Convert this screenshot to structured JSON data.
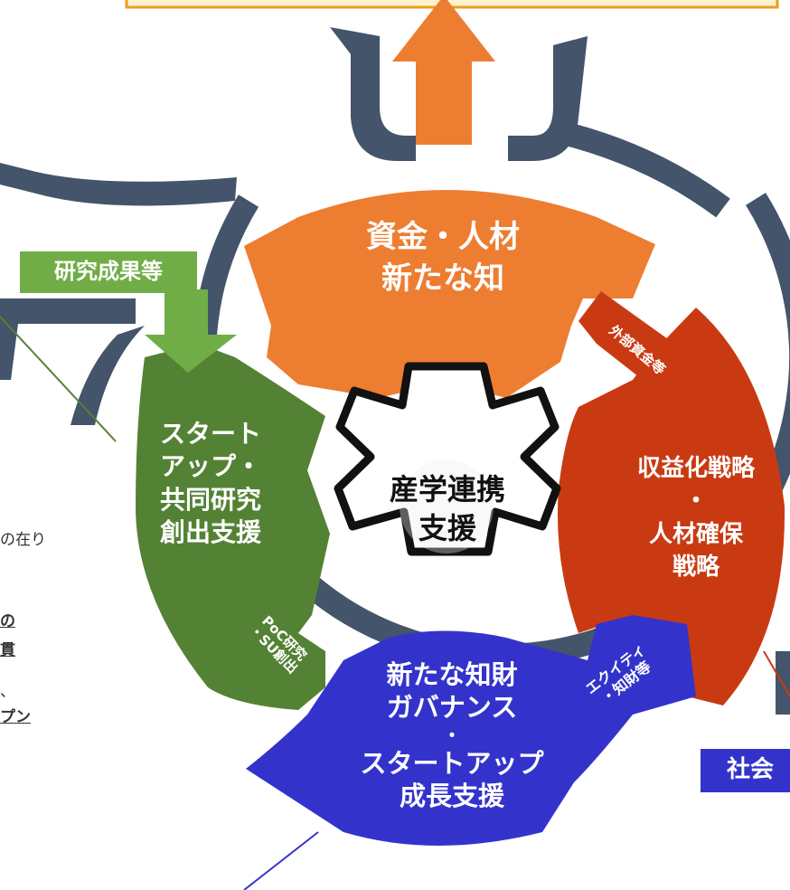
{
  "center": {
    "line1": "産学連携",
    "line2": "支援"
  },
  "segments": {
    "top": {
      "line1": "資金・人材",
      "line2": "新たな知"
    },
    "left": {
      "line1": "スタート",
      "line2": "アップ・",
      "line3": "共同研究",
      "line4": "創出支援"
    },
    "right": {
      "line1": "収益化戦略",
      "line2": "・",
      "line3": "人材確保",
      "line4": "戦略"
    },
    "bottom": {
      "line1": "新たな知財",
      "line2": "ガバナンス",
      "line3": "・",
      "line4": "スタートアップ",
      "line5": "成長支援"
    }
  },
  "arrows": {
    "research_results": "研究成果等",
    "external_funds": "外部資金等",
    "poc_line1": "PoC研究",
    "poc_line2": "・SU創出",
    "equity_line1": "エクイティ",
    "equity_line2": "・知財等"
  },
  "society_label": "社会",
  "side_text": {
    "t1": "の在り",
    "t2": "の",
    "t3": "貫",
    "t4": "、",
    "t5": "プン"
  },
  "colors": {
    "orange": "#ED7D31",
    "green": "#548235",
    "light_green": "#70AD47",
    "red": "#C93A12",
    "blue": "#3333CC",
    "slate": "#44546A",
    "banner_border": "#E8A020"
  }
}
